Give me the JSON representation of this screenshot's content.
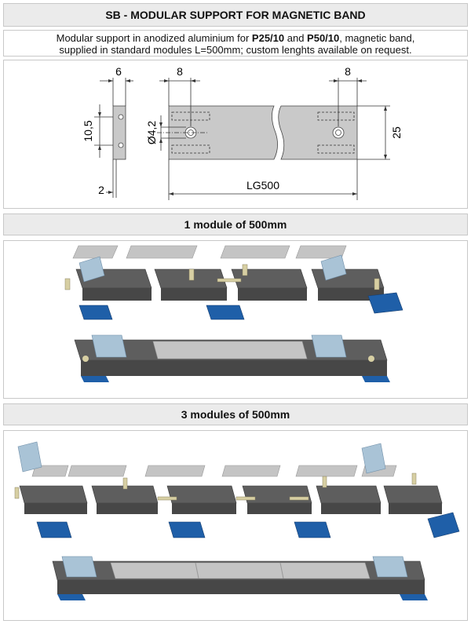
{
  "title": "SB - MODULAR SUPPORT FOR MAGNETIC BAND",
  "description": {
    "part1": "Modular support in anodized aluminium for ",
    "p1": "P25/10",
    "part2": " and ",
    "p2": "P50/10",
    "part3": ", magnetic band,",
    "line2": "supplied in standard modules L=500mm; custom lenghts available on request."
  },
  "drawing": {
    "dim_6": "6",
    "dim_8_left": "8",
    "dim_8_right": "8",
    "dim_10_5": "10,5",
    "dim_hole": "Ø4,2",
    "dim_25": "25",
    "dim_2": "2",
    "dim_length": "LG500"
  },
  "section1": {
    "heading": "1 module of 500mm"
  },
  "section2": {
    "heading": "3 modules of 500mm"
  },
  "colors": {
    "header_bg": "#ebebeb",
    "aluminium": "#5e5e5e",
    "band": "#c4c4c4",
    "clamp": "#a9c3d6",
    "end_cap": "#1f5fa8"
  }
}
